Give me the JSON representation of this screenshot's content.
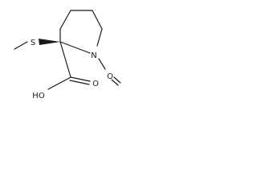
{
  "molecule": {
    "atoms": {
      "sulfur": "S",
      "nitrogen": "N",
      "oxygen_nitroso": "O",
      "oxygen_carbonyl": "O",
      "hydroxyl": "HO"
    },
    "stereo_bond": "wedge",
    "colors": {
      "ink": "#1a1a1a",
      "background": "#ffffff"
    }
  }
}
